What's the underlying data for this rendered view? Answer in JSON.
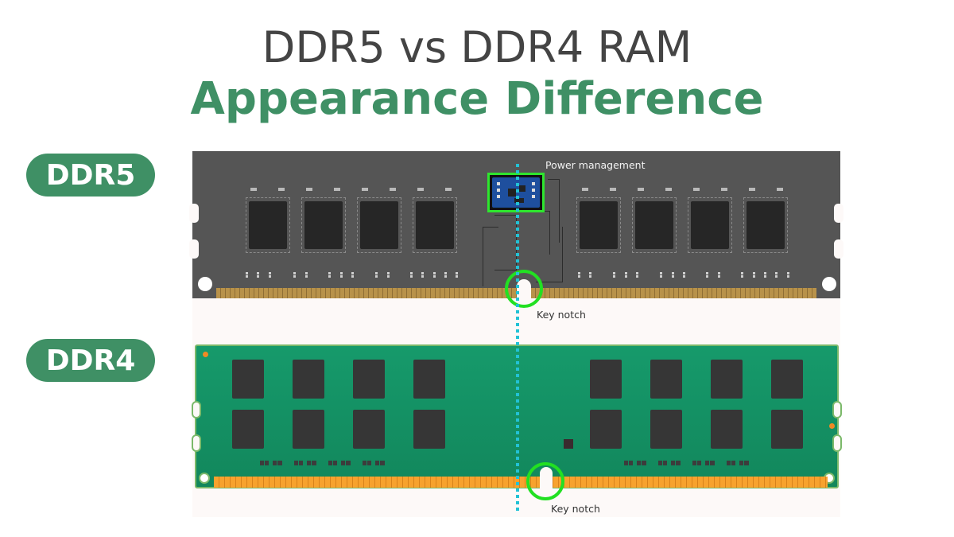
{
  "header": {
    "title_line1": "DDR5 vs DDR4 RAM",
    "title_line2": "Appearance Difference"
  },
  "modules": {
    "ddr5": {
      "label": "DDR5",
      "annotations": {
        "power_management": "Power management",
        "key_notch": "Key notch"
      }
    },
    "ddr4": {
      "label": "DDR4",
      "annotations": {
        "key_notch": "Key notch"
      }
    }
  },
  "colors": {
    "title_dark": "#444444",
    "accent_green": "#3f9065",
    "ddr5_pcb": "#555555",
    "ddr4_pcb": "#169a6b",
    "highlight_green": "#2ee62e",
    "center_line": "#22c2d6",
    "ddr4_pins": "#f7a22e",
    "ddr5_pins": "#b8924a"
  }
}
